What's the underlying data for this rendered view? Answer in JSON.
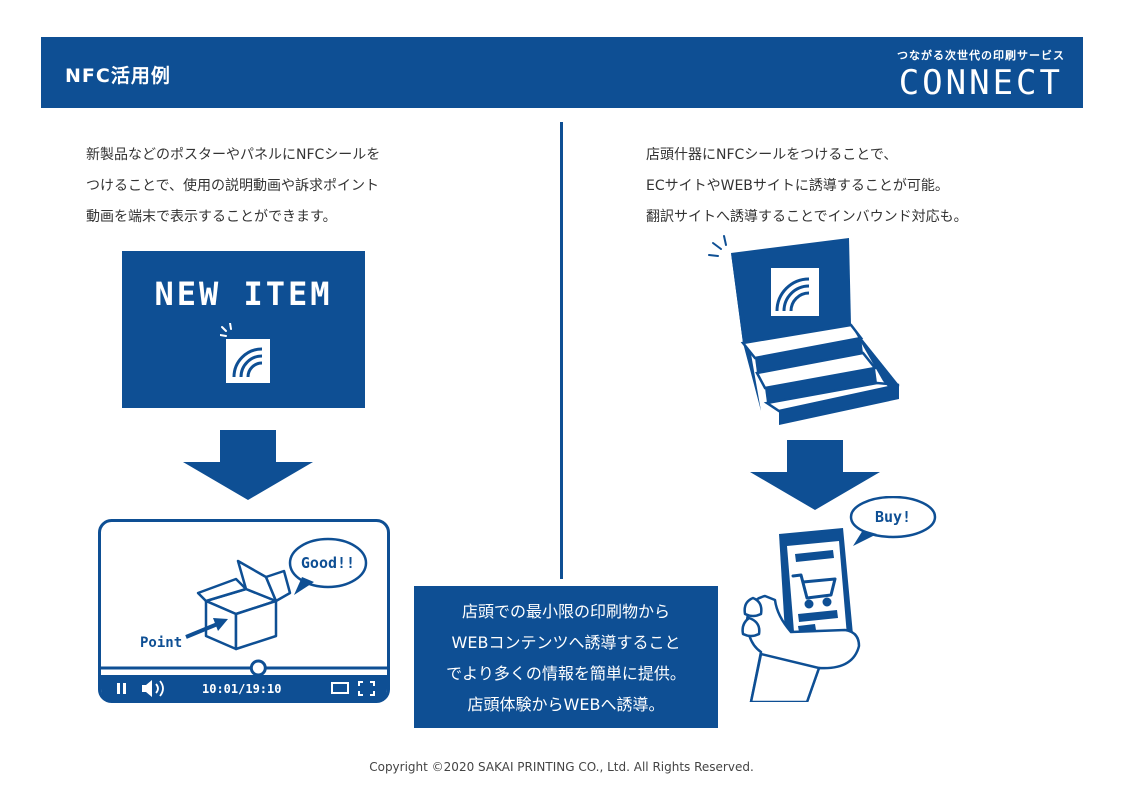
{
  "header": {
    "title": "NFC活用例",
    "brand_tagline": "つながる次世代の印刷サービス",
    "brand_name": "CONNECT"
  },
  "left": {
    "description": [
      "新製品などのポスターやパネルにNFCシールを",
      "つけることで、使用の説明動画や訴求ポイント",
      "動画を端末で表示することができます。"
    ],
    "poster_text": "NEW ITEM",
    "video": {
      "bubble": "Good!!",
      "point_label": "Point",
      "time": "10:01/19:10",
      "progress": 0.55
    }
  },
  "right": {
    "description": [
      "店頭什器にNFCシールをつけることで、",
      "ECサイトやWEBサイトに誘導することが可能。",
      "翻訳サイトへ誘導することでインバウンド対応も。"
    ],
    "bubble": "Buy!"
  },
  "center": {
    "lines": [
      "店頭での最小限の印刷物から",
      "WEBコンテンツへ誘導すること",
      "でより多くの情報を簡単に提供。",
      "店頭体験からWEBへ誘導。"
    ]
  },
  "footer": {
    "copyright": "Copyright ©2020 SAKAI PRINTING CO., Ltd. All Rights Reserved."
  },
  "colors": {
    "primary": "#0e4f94",
    "background": "#ffffff",
    "text": "#333333"
  },
  "icons": [
    "nfc-icon",
    "down-arrow-icon",
    "pause-icon",
    "volume-icon",
    "fullscreen-icon",
    "shopping-cart-icon",
    "hand-icon",
    "box-icon"
  ]
}
